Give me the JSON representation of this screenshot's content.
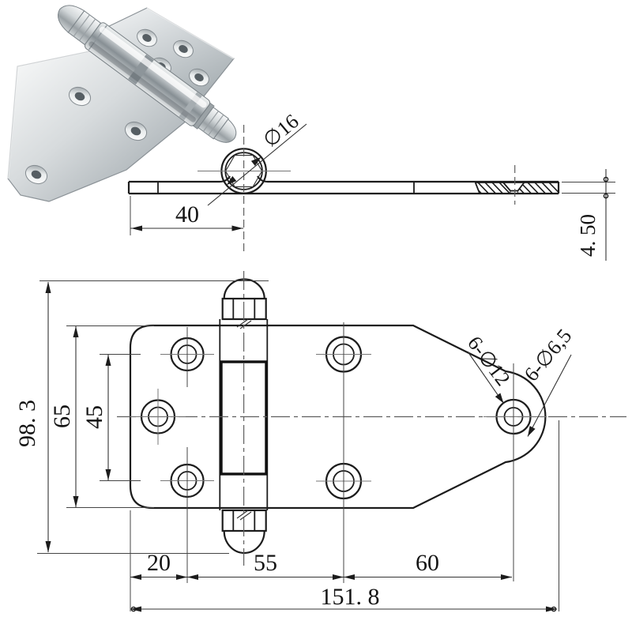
{
  "drawing": {
    "type": "hinge technical drawing",
    "palette": {
      "line": "#1c1c1c",
      "thin_line": "#444444",
      "centerline": "#5f5f5f",
      "metal_light": "#f4f6f6",
      "metal_mid": "#c8cdd0",
      "metal_dark": "#868e93",
      "background": "#ffffff"
    },
    "side_view": {
      "pin_diameter_label": "∅16",
      "pin_offset_label": "40",
      "plate_thickness_label": "4. 50"
    },
    "plan_view": {
      "overall_length_label": "151. 8",
      "left_edge_to_hole_label": "20",
      "hole_to_holes_label": "55",
      "holes_to_end_hole_label": "60",
      "overall_height_label": "98. 3",
      "plate_width_label": "65",
      "hole_pitch_label": "45",
      "countersink_label": "6-∅12",
      "through_hole_label": "6-∅6,5"
    }
  }
}
